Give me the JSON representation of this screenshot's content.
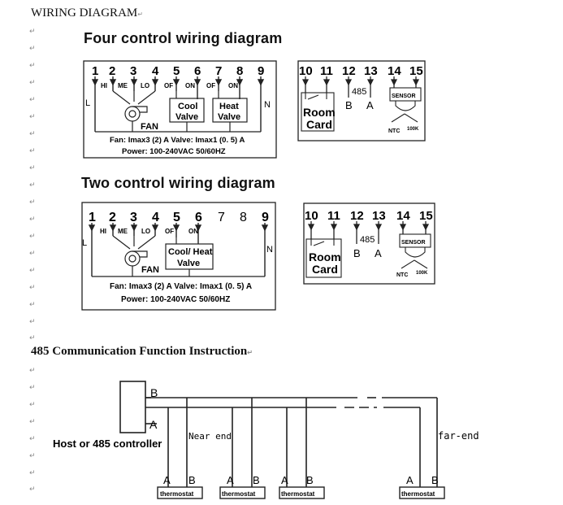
{
  "doc": {
    "title": "WIRING DIAGRAM",
    "para_mark": "↵",
    "section_485": "485 Communication Function Instruction"
  },
  "four_control": {
    "title": "Four control wiring diagram",
    "terminals": [
      "1",
      "2",
      "3",
      "4",
      "5",
      "6",
      "7",
      "8",
      "9"
    ],
    "speed_labels": [
      "HI",
      "ME",
      "LO"
    ],
    "switch_labels": [
      "OF",
      "ON",
      "OF",
      "ON"
    ],
    "left_label": "L",
    "right_label": "N",
    "fan_label": "FAN",
    "valve1_line1": "Cool",
    "valve1_line2": "Valve",
    "valve2_line1": "Heat",
    "valve2_line2": "Valve",
    "spec1": "Fan: Imax3 (2) A    Valve: Imax1 (0. 5) A",
    "spec2": "Power: 100-240VAC   50/60HZ",
    "aux": {
      "terminals": [
        "10",
        "11",
        "12",
        "13",
        "14",
        "15"
      ],
      "room_card_line1": "Room",
      "room_card_line2": "Card",
      "rs485": "485",
      "b": "B",
      "a": "A",
      "sensor": "SENSOR",
      "ntc": "NTC",
      "ntc_value": "100K"
    }
  },
  "two_control": {
    "title": "Two control wiring diagram",
    "terminals": [
      "1",
      "2",
      "3",
      "4",
      "5",
      "6",
      "7",
      "8",
      "9"
    ],
    "speed_labels": [
      "HI",
      "ME",
      "LO"
    ],
    "switch_labels": [
      "OF",
      "ON"
    ],
    "left_label": "L",
    "right_label": "N",
    "fan_label": "FAN",
    "valve_line1": "Cool/ Heat",
    "valve_line2": "Valve",
    "spec1": "Fan: Imax3 (2) A   Valve: Imax1 (0. 5) A",
    "spec2": "Power: 100-240VAC   50/60HZ",
    "aux": {
      "terminals": [
        "10",
        "11",
        "12",
        "13",
        "14",
        "15"
      ],
      "room_card_line1": "Room",
      "room_card_line2": "Card",
      "rs485": "485",
      "b": "B",
      "a": "A",
      "sensor": "SENSOR",
      "ntc": "NTC",
      "ntc_value": "100K"
    }
  },
  "bus": {
    "b_label": "B",
    "a_label": "A",
    "host_label": "Host or 485 controller",
    "near_end": "Near end",
    "far_end": "far-end",
    "thermostat": "thermostat",
    "ab": [
      "A",
      "B"
    ]
  }
}
